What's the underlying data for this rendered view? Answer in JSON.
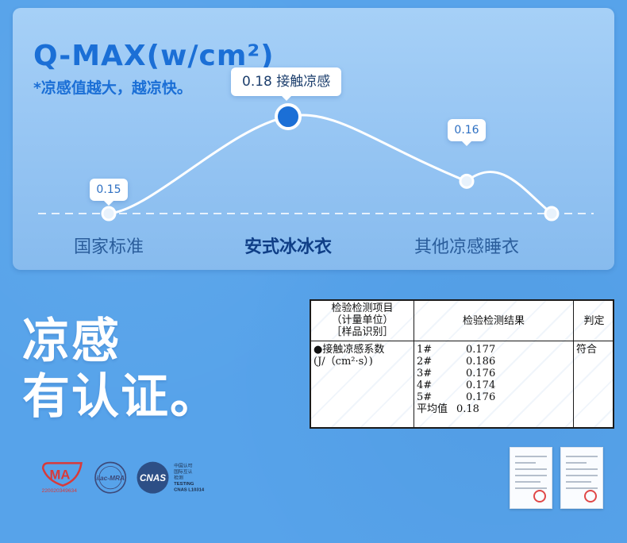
{
  "chart": {
    "title": "Q-MAX(w/cm²)",
    "subtitle": "*凉感值越大，越凉快。",
    "chart_data": {
      "type": "line",
      "categories": [
        "国家标准",
        "安式冰冰衣",
        "其他凉感睡衣"
      ],
      "highlight_category": "安式冰冰衣",
      "points": [
        {
          "x": "国家标准",
          "y": 0.15,
          "label": "0.15"
        },
        {
          "x": "安式冰冰衣",
          "y": 0.18,
          "label": "0.18  接触凉感"
        },
        {
          "x": "其他凉感睡衣",
          "y": 0.16,
          "label": "0.16"
        }
      ],
      "title": "Q-MAX(w/cm²)",
      "ylabel": "",
      "xlabel": ""
    }
  },
  "headline": {
    "line1": "凉感",
    "line2": "有认证。"
  },
  "report": {
    "header_item_1": "检验检测项目",
    "header_item_2": "（计量单位）",
    "header_item_3": "［样品识别］",
    "header_result": "检验检测结果",
    "header_judge": "判定",
    "item_name": "●接触凉感系数",
    "item_unit": "(J/（cm²·s）)",
    "results": [
      {
        "id": "1#",
        "value": "0.177"
      },
      {
        "id": "2#",
        "value": "0.186"
      },
      {
        "id": "3#",
        "value": "0.176"
      },
      {
        "id": "4#",
        "value": "0.174"
      },
      {
        "id": "5#",
        "value": "0.176"
      },
      {
        "id": "平均值",
        "value": "0.18"
      }
    ],
    "judgement": "符合"
  },
  "certifications": {
    "cma_label": "MA",
    "cma_number": "220020349634",
    "ilac_label": "ilac-MRA",
    "cnas_label": "CNAS",
    "cnas_text_1": "中国认可",
    "cnas_text_2": "国际互认",
    "cnas_text_3": "检测",
    "cnas_text_4": "TESTING",
    "cnas_text_5": "CNAS L10314"
  },
  "colors": {
    "background": "#57a3ea",
    "accent": "#1b6fd6",
    "card": "#9bc8f4"
  }
}
